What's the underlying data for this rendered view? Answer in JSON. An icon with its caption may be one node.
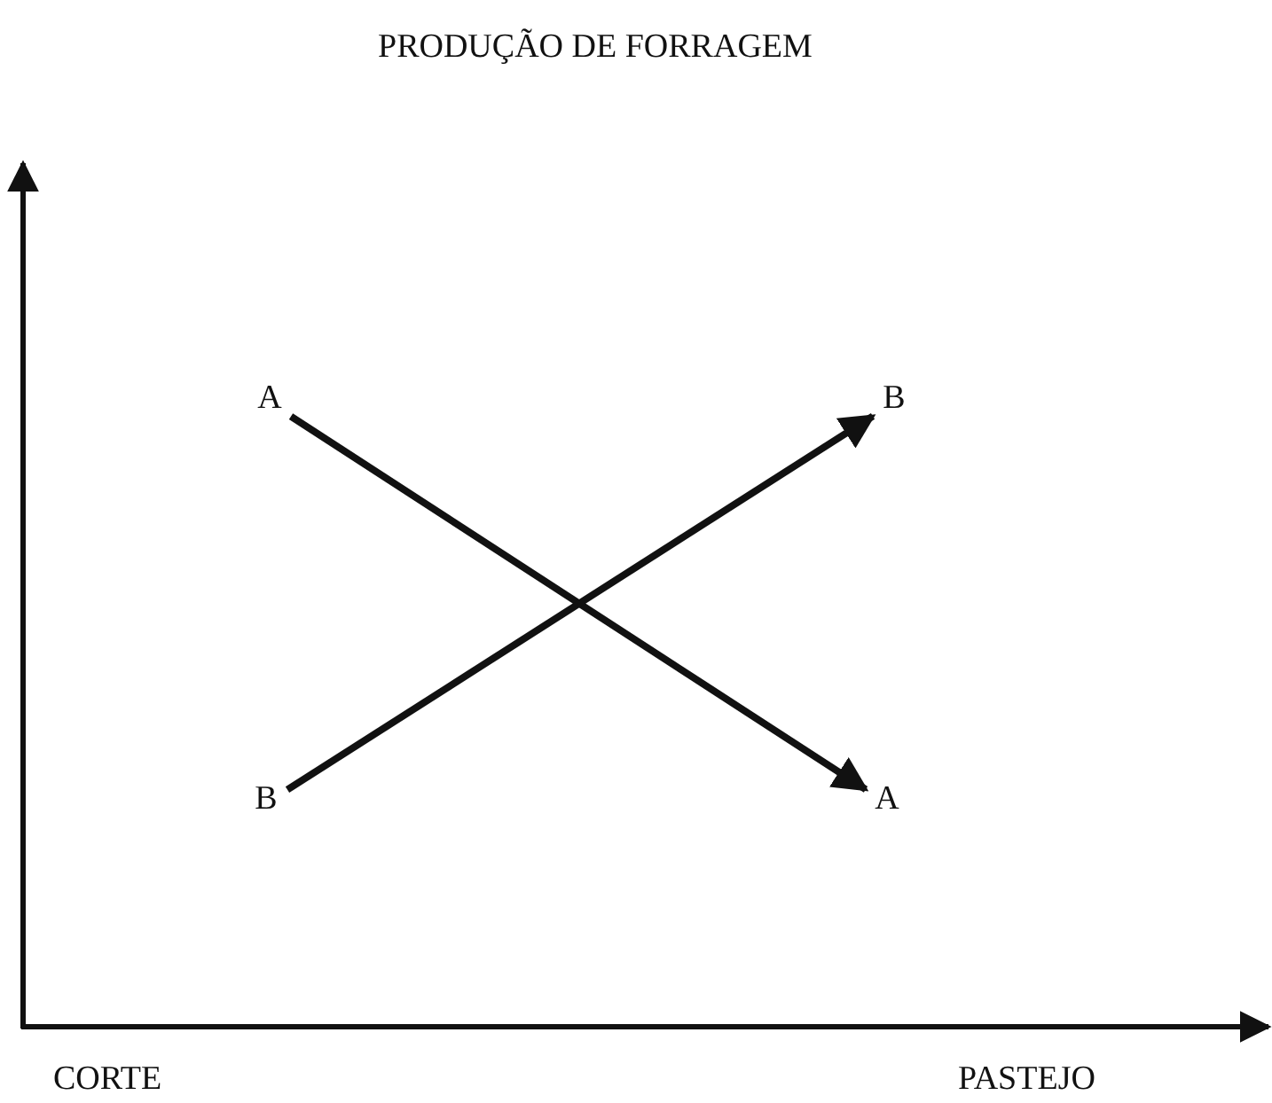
{
  "diagram": {
    "title": "PRODUÇÃO DE FORRAGEM",
    "nodes": [
      {
        "text": [
          "A"
        ]
      },
      {
        "text": [
          "B"
        ]
      },
      {
        "text": [
          "B"
        ]
      },
      {
        "text": [
          "A"
        ]
      }
    ],
    "edges": [
      {
        "from": 0,
        "to": 3,
        "arrow": "to"
      },
      {
        "from": 2,
        "to": 1,
        "arrow": "to"
      }
    ],
    "labels": [
      "CORTE",
      "PASTEJO"
    ]
  }
}
